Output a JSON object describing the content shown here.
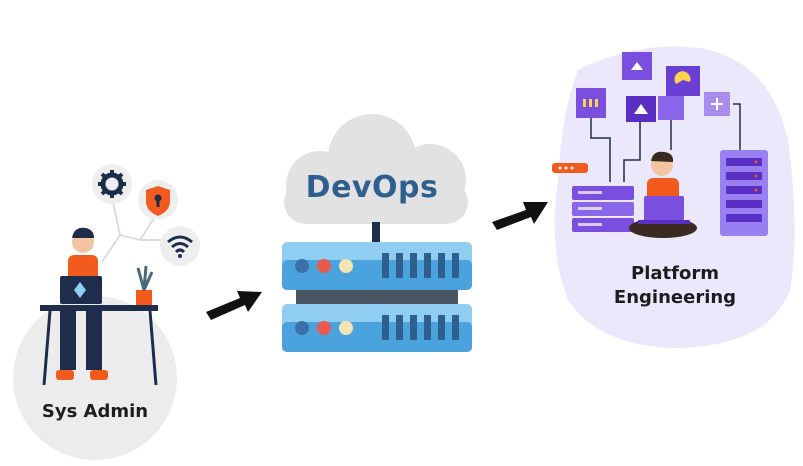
{
  "stages": [
    {
      "id": "sysadmin",
      "label": "Sys Admin"
    },
    {
      "id": "devops",
      "label": "DevOps"
    },
    {
      "id": "platform",
      "label": "Platform Engineering"
    }
  ],
  "colors": {
    "orange": "#f25a1e",
    "navy": "#1f2d4d",
    "server_blue": "#4aa3dc",
    "server_light": "#8fcdf1",
    "purple": "#7a4fe0",
    "purple_light": "#ece8fb",
    "grey_blob": "#ececec",
    "cloud": "#e2e2e2",
    "devops_text": "#2e5f8f"
  },
  "icons": [
    "gear-icon",
    "shield-lock-icon",
    "wifi-icon",
    "laptop-icon",
    "plant-icon",
    "server-icon",
    "cloud-icon",
    "arrow-icon"
  ]
}
